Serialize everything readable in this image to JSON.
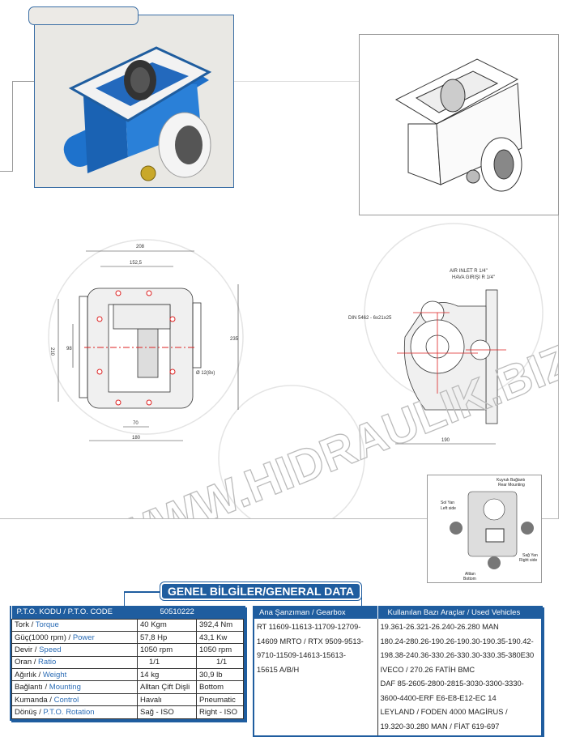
{
  "watermark": "WWW.HIDRAULIK.BIZ",
  "drawing": {
    "dim_208": "208",
    "dim_152_5": "152,5",
    "dim_210": "210",
    "dim_98": "98",
    "dim_235": "235",
    "dim_hole": "Ø 12(8x)",
    "dim_70": "70",
    "dim_180": "180",
    "dim_190": "190",
    "air_inlet": "AIR INLET R 1/4\"",
    "hava_girisi": "HAVA GIRIŞI R 1/4\"",
    "din": "DIN 5462 - 6x21x25"
  },
  "mounting_inset": {
    "rear_tr": "Kuyruk Bağlantı",
    "rear_en": "Rear Mounting",
    "left_tr": "Sol Yan",
    "left_en": "Left side",
    "right_tr": "Sağ Yan",
    "right_en": "Right side",
    "bottom_tr": "Alttan",
    "bottom_en": "Bottom"
  },
  "section_title": "GENEL BİLGİLER/GENERAL DATA",
  "spec_table": {
    "header_label": "P.T.O. KODU / P.T.O. CODE",
    "code": "50510222",
    "rows": [
      {
        "tr": "Tork / ",
        "en": "Torque",
        "v1": "40 Kgm",
        "v2": "392,4 Nm"
      },
      {
        "tr": "Güç(1000 rpm) / ",
        "en": "Power",
        "v1": "57,8 Hp",
        "v2": "43,1 Kw"
      },
      {
        "tr": "Devir / ",
        "en": "Speed",
        "v1": "1050 rpm",
        "v2": "1050 rpm"
      },
      {
        "tr": "Oran / ",
        "en": "Ratio",
        "v1": "1/1",
        "v2": "1/1"
      },
      {
        "tr": "Ağırlık / ",
        "en": "Weight",
        "v1": "14 kg",
        "v2": "30,9 lb"
      },
      {
        "tr": "Bağlantı / ",
        "en": "Mounting",
        "v1": "Alltan Çift Dişli",
        "v2": "Bottom"
      },
      {
        "tr": "Kumanda / ",
        "en": "Control",
        "v1": "Havalı",
        "v2": "Pneumatic"
      },
      {
        "tr": "Dönüş / ",
        "en": "P.T.O. Rotation",
        "v1": "Sağ - ISO",
        "v2": "Right - ISO"
      }
    ]
  },
  "vehicle_table": {
    "col1_header": "Ana Şanzıman / Gearbox",
    "col2_header": "Kullanılan Bazı Araçlar / Used Vehicles",
    "gearbox_lines": [
      "RT 11609-11613-11709-12709-",
      "14609 MRTO / RTX 9509-9513-",
      "9710-11509-14613-15613-",
      "15615 A/B/H"
    ],
    "vehicle_lines": [
      "19.361-26.321-26.240-26.280 MAN",
      "180.24-280.26-190.26-190.30-190.35-190.42-",
      "198.38-240.36-330.26-330.30-330.35-380E30",
      "IVECO / 270.26 FATİH BMC",
      "DAF 85-2605-2800-2815-3030-3300-3330-",
      "3600-4400-ERF E6-E8-E12-EC 14",
      "LEYLAND / FODEN 4000 MAGİRUS /",
      "19.320-30.280 MAN / FİAT 619-697"
    ]
  }
}
